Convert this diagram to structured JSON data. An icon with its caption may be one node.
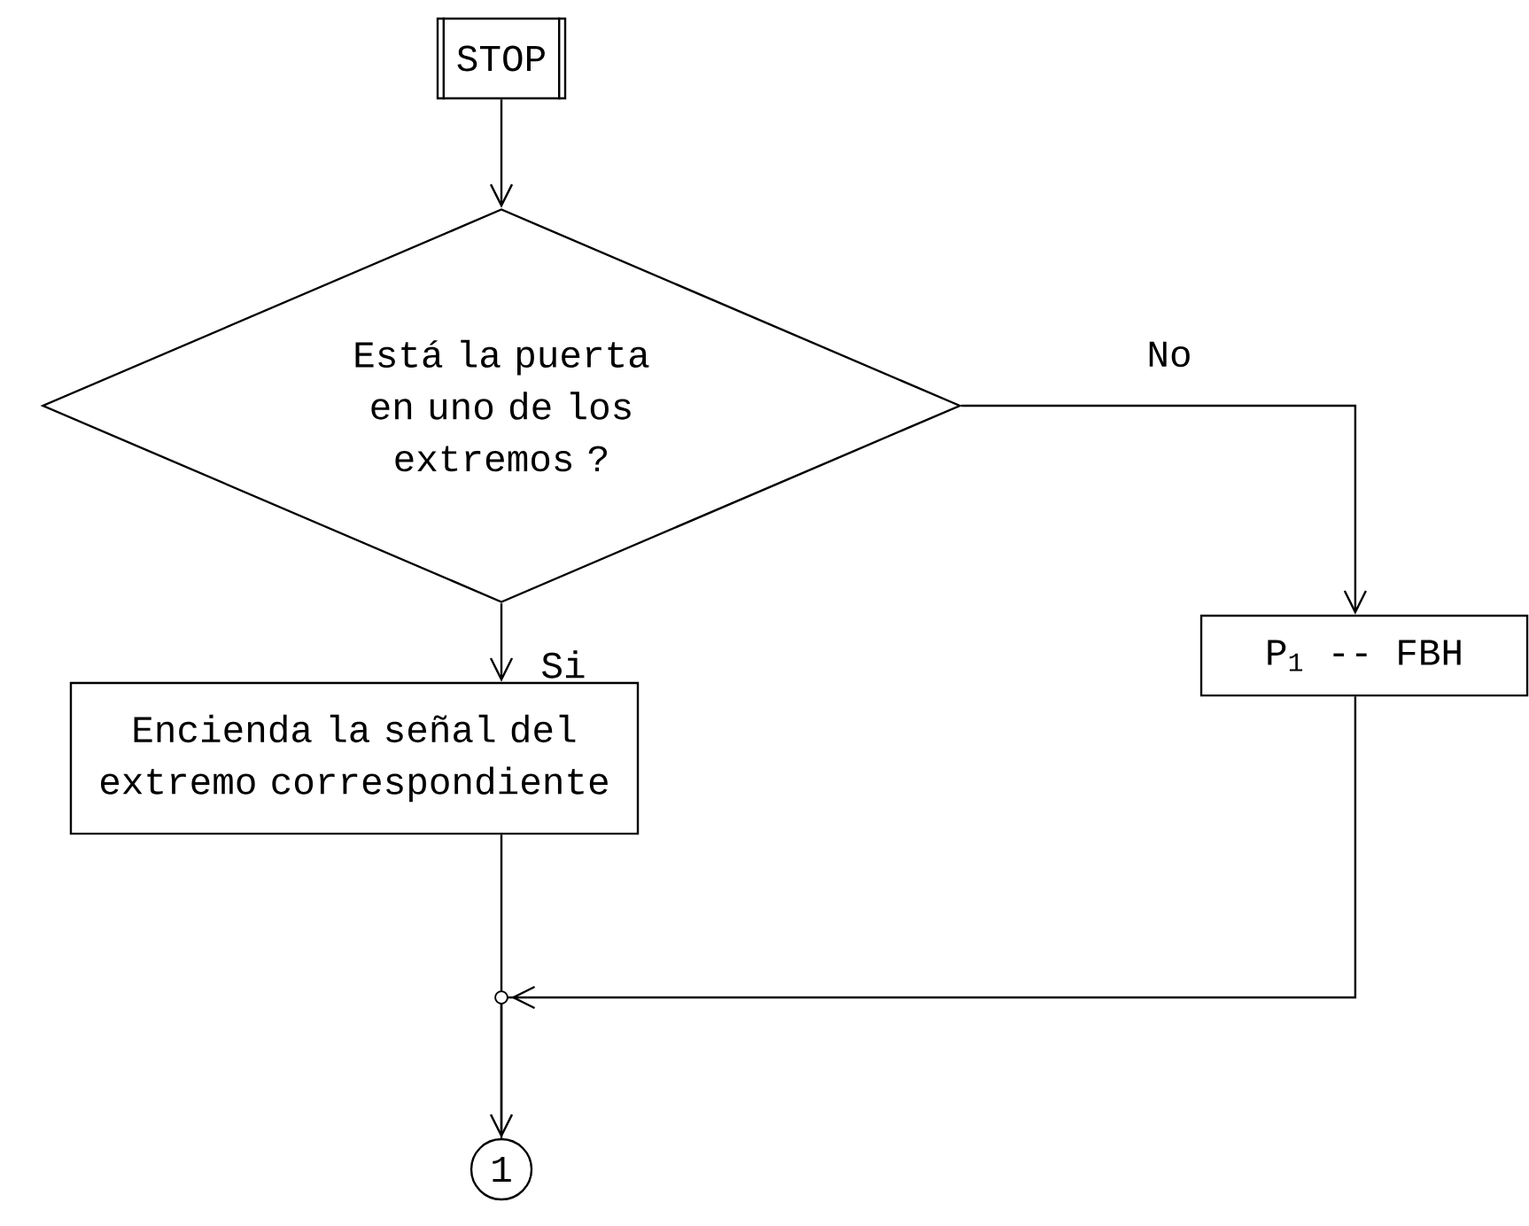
{
  "diagram": {
    "nodes": [
      {
        "text": [
          "STOP"
        ]
      },
      {
        "text": [
          "Está la puerta en uno de los extremos ?"
        ]
      },
      {
        "text": [
          "P$_{1}$ -- FBH"
        ]
      },
      {
        "text": [
          "Encienda la señal del extremo correspondiente"
        ]
      },
      {
        "text": [
          "1"
        ]
      }
    ],
    "edges": [
      {
        "from": 0,
        "to": 1,
        "arrow": "to"
      },
      {
        "from": 1,
        "to": 2,
        "arrow": "to",
        "label": "No"
      },
      {
        "from": 1,
        "to": 3,
        "arrow": "to",
        "label": "Si"
      },
      {
        "from": 3,
        "to": 4,
        "arrow": "to"
      },
      {
        "from": 2,
        "to": 4,
        "arrow": "to"
      }
    ]
  }
}
